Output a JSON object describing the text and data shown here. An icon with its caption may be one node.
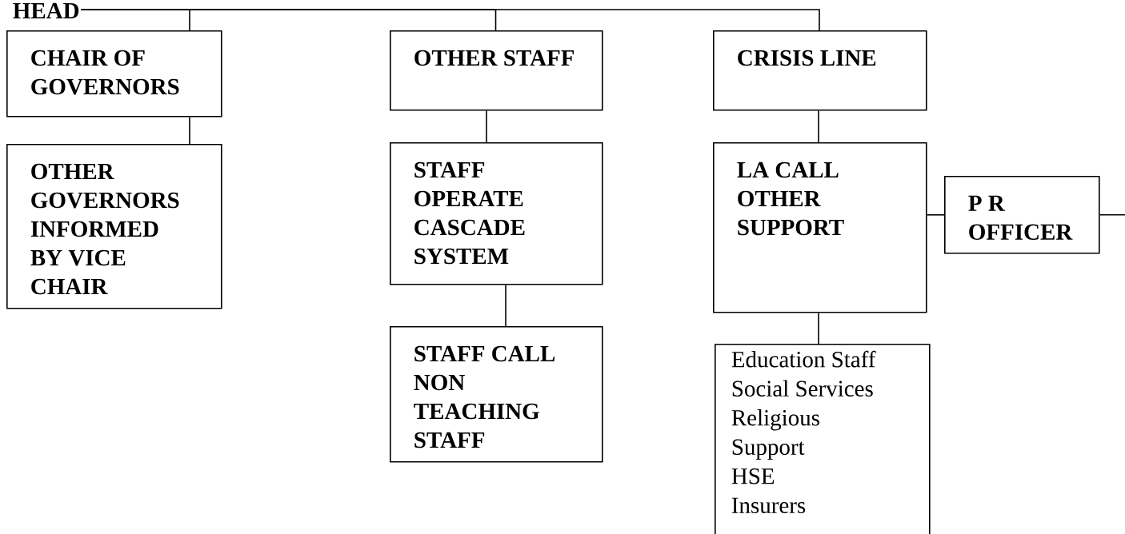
{
  "diagram": {
    "nodes": [
      {
        "text": [
          "HEAD"
        ]
      },
      {
        "text": [
          "CHAIR OF GOVERNORS"
        ]
      },
      {
        "text": [
          "OTHER GOVERNORS INFORMED BY VICE CHAIR"
        ]
      },
      {
        "text": [
          "OTHER STAFF"
        ]
      },
      {
        "text": [
          "STAFF OPERATE CASCADE SYSTEM"
        ]
      },
      {
        "text": [
          "STAFF CALL NON TEACHING STAFF"
        ]
      },
      {
        "text": [
          "CRISIS LINE"
        ]
      },
      {
        "text": [
          "LA CALL OTHER SUPPORT"
        ]
      },
      {
        "text": [
          "P R OFFICER"
        ]
      },
      {
        "text": [
          "Education Staff",
          "Social Services",
          "Religious",
          "Support",
          "HSE",
          "Insurers"
        ]
      }
    ],
    "edges": [
      {
        "from": 0,
        "to": 1,
        "arrow": "none"
      },
      {
        "from": 0,
        "to": 3,
        "arrow": "none"
      },
      {
        "from": 0,
        "to": 6,
        "arrow": "none"
      },
      {
        "from": 1,
        "to": 2,
        "arrow": "none"
      },
      {
        "from": 3,
        "to": 4,
        "arrow": "none"
      },
      {
        "from": 4,
        "to": 5,
        "arrow": "none"
      },
      {
        "from": 6,
        "to": 7,
        "arrow": "none"
      },
      {
        "from": 7,
        "to": 8,
        "arrow": "none"
      },
      {
        "from": 8,
        "to": null,
        "arrow": "none"
      },
      {
        "from": 7,
        "to": 9,
        "arrow": "none"
      }
    ]
  }
}
